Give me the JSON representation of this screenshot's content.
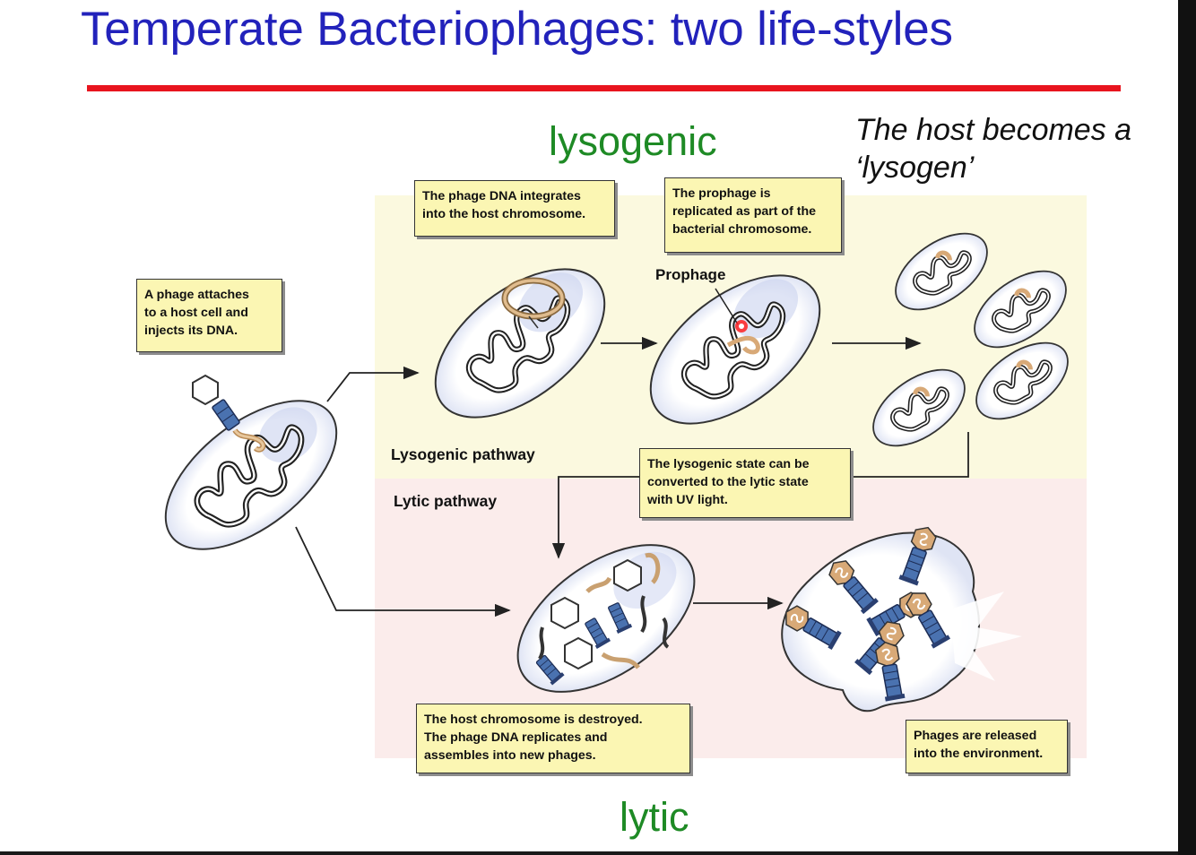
{
  "slide": {
    "title": "Temperate Bacteriophages: two life-styles",
    "lysogenic_heading": "lysogenic",
    "lytic_heading": "lytic",
    "lysogen_note": "The host becomes a ‘lysogen’"
  },
  "diagram": {
    "pathways": {
      "lysogenic": "Lysogenic pathway",
      "lytic": "Lytic pathway"
    },
    "prophage_label": "Prophage",
    "callouts": {
      "attach": [
        "A phage attaches",
        "to a host cell and",
        "injects its DNA."
      ],
      "integrate": [
        "The phage DNA integrates",
        "into the host chromosome."
      ],
      "replicate": [
        "The prophage is",
        "replicated as part of the",
        "bacterial chromosome."
      ],
      "uv": [
        "The lysogenic state can be",
        "converted to the lytic state",
        "with UV light."
      ],
      "destroy": [
        "The host chromosome is destroyed.",
        "The phage DNA replicates and",
        "assembles into new phages."
      ],
      "release": [
        "Phages are released",
        "into the environment."
      ]
    }
  },
  "colors": {
    "title": "#2222bb",
    "title_rule": "#e8141e",
    "heading_green": "#1e8a25",
    "lysogenic_bg": "#fbf9df",
    "lytic_bg": "#fbeceb",
    "callout_bg": "#fbf6b3",
    "phage_dna": "#d8a977",
    "phage_tail": "#4a72b0"
  }
}
